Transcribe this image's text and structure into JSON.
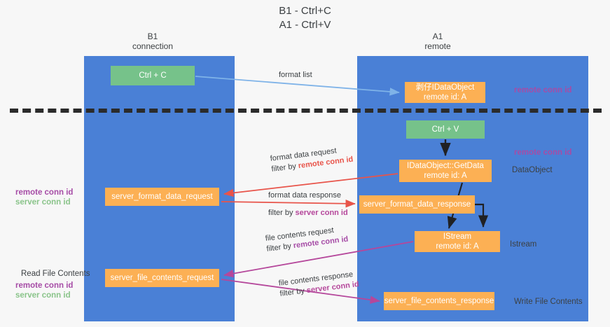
{
  "title": {
    "line1": "B1 - Ctrl+C",
    "line2": "A1 - Ctrl+V"
  },
  "lanes": [
    {
      "id": "b1",
      "name": "B1",
      "role": "connection",
      "color": "#4a80d6"
    },
    {
      "id": "a1",
      "name": "A1",
      "role": "remote",
      "color": "#4a80d6"
    }
  ],
  "nodes": {
    "ctrl_c": {
      "label": "Ctrl + C",
      "color": "#76c28a"
    },
    "ctrl_v": {
      "label": "Ctrl + V",
      "color": "#76c28a"
    },
    "idataobject": {
      "line1": "剥仔IDataObject",
      "line2": "remote id: A",
      "color": "#fcb054"
    },
    "getdata": {
      "line1": "IDataObject::GetData",
      "line2": "remote id: A",
      "color": "#fcb054"
    },
    "istream": {
      "line1": "IStream",
      "line2": "remote id: A",
      "color": "#fcb054"
    },
    "server_format_data_request": {
      "label": "server_format_data_request",
      "color": "#fcb054"
    },
    "server_format_data_response": {
      "label": "server_format_data_response",
      "color": "#fcb054"
    },
    "server_file_contents_request": {
      "label": "server_file_contents_request",
      "color": "#fcb054"
    },
    "server_file_contents_response": {
      "label": "server_file_contents_response",
      "color": "#fcb054"
    }
  },
  "edges": {
    "format_list": {
      "label": "format list",
      "color": "#7fb3e8"
    },
    "format_data_request": {
      "line1": "format data request",
      "filter_prefix": "filter by ",
      "filter_key": "remote conn id",
      "color": "#e8544a"
    },
    "format_data_response": {
      "line1": "format data response",
      "filter_prefix": "filter by ",
      "filter_key": "server conn id",
      "color": "#e8544a"
    },
    "file_contents_request": {
      "line1": "file contents request",
      "filter_prefix": "filter by ",
      "filter_key": "remote conn id",
      "color": "#b5479b"
    },
    "file_contents_response": {
      "line1": "file contents response",
      "filter_prefix": "filter by ",
      "filter_key": "server conn id",
      "color": "#b5479b"
    }
  },
  "side_labels": {
    "remote_conn_id_top": "remote conn id",
    "remote_conn_id_mid": "remote conn id",
    "dataobject": "DataObject",
    "istream": "Istream",
    "write_file_contents": "Write File Contents",
    "read_file_contents": "Read File Contents",
    "remote_conn_id_left_1": "remote conn id",
    "server_conn_id_left_1": "server conn id",
    "remote_conn_id_left_2": "remote conn id",
    "server_conn_id_left_2": "server conn id"
  },
  "colors": {
    "lane": "#4a80d6",
    "node_orange": "#fcb054",
    "node_green": "#76c28a",
    "remote_conn_id": "#a64ca6",
    "server_conn_id": "#8ac48a",
    "arrow_red": "#e8544a",
    "arrow_purple": "#b5479b",
    "arrow_blue": "#7fb3e8",
    "arrow_black": "#202124",
    "separator": "#2b2b2b",
    "background": "#f7f7f7"
  }
}
